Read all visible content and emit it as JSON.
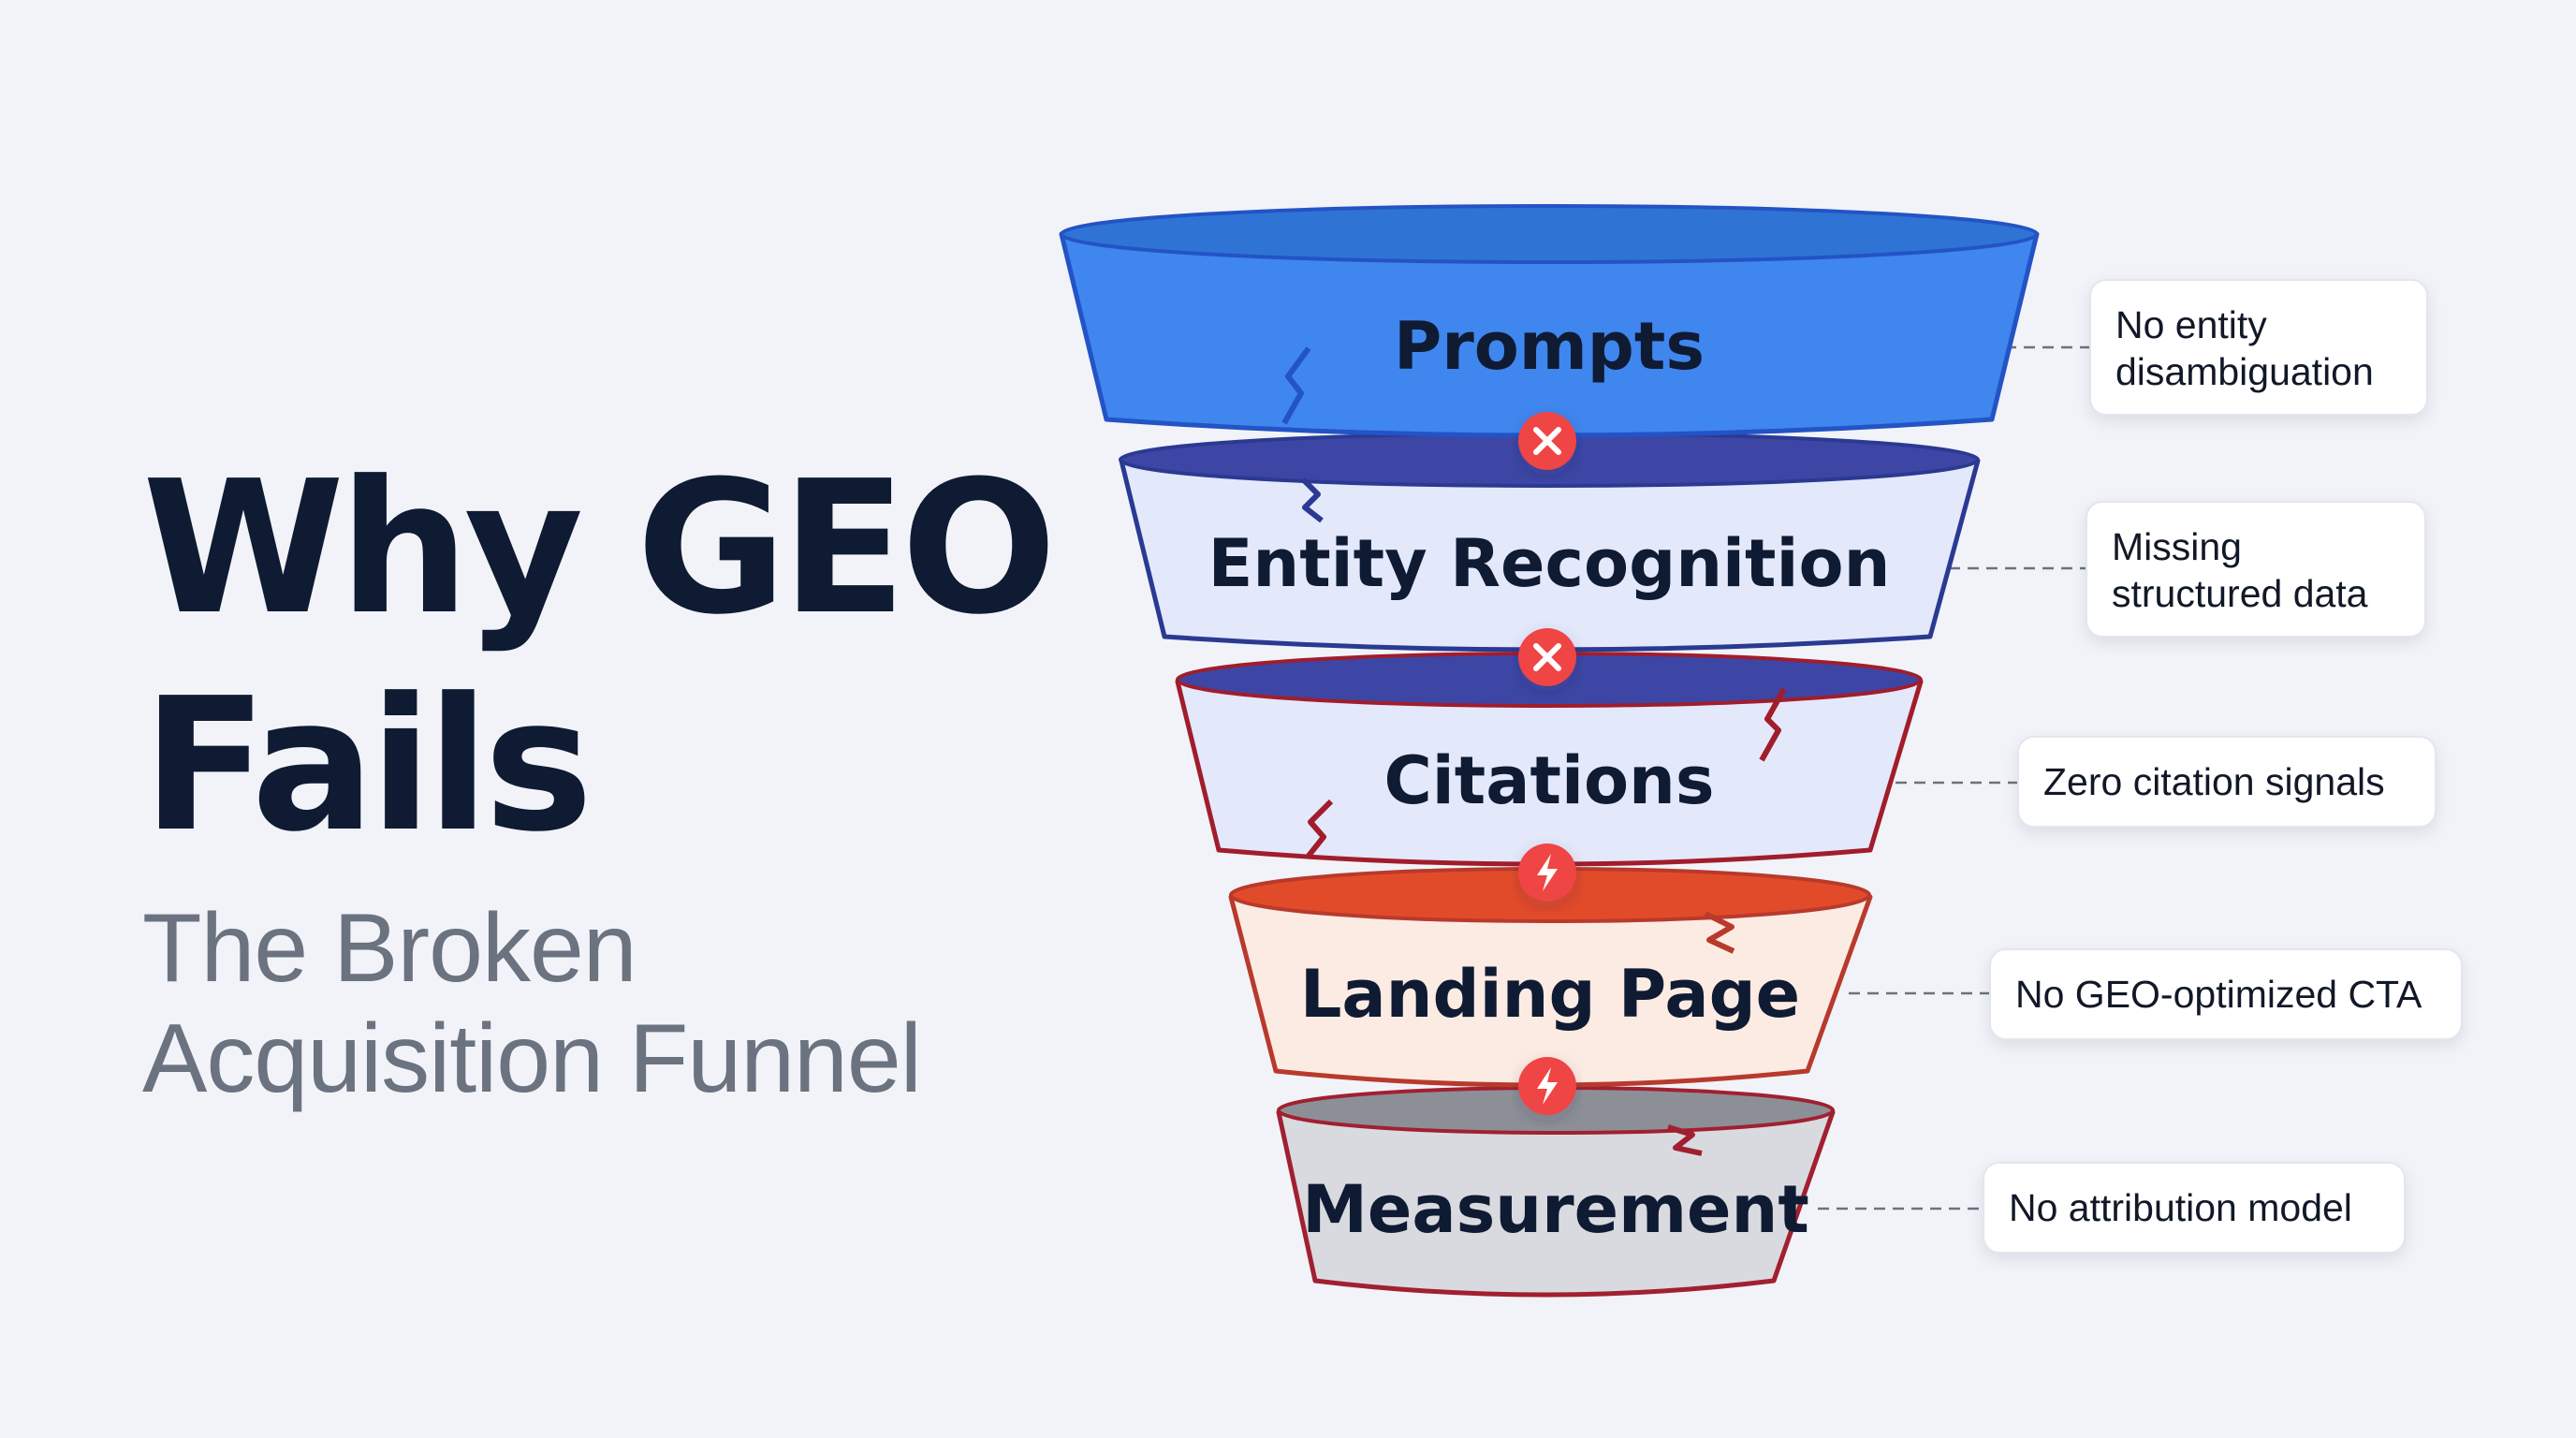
{
  "title": {
    "line1": "Why GEO",
    "line2": "Fails"
  },
  "subtitle": {
    "line1": "The Broken",
    "line2": "Acquisition Funnel"
  },
  "stages": [
    {
      "label": "Prompts",
      "fill": "#3f86ee",
      "stroke": "#2353c5",
      "top_fill": "#2f74d4"
    },
    {
      "label": "Entity Recognition",
      "fill": "#e4e8fb",
      "stroke": "#2a3a92",
      "top_fill": "#3d46a4"
    },
    {
      "label": "Citations",
      "fill": "#e4e8fb",
      "stroke": "#a11d2b",
      "top_fill": "#3d46a4"
    },
    {
      "label": "Landing Page",
      "fill": "#fcebe3",
      "stroke": "#b83a2c",
      "top_fill": "#e24b2a"
    },
    {
      "label": "Measurement",
      "fill": "#d9dadf",
      "stroke": "#a12030",
      "top_fill": "#8d8f97"
    }
  ],
  "connectors": [
    {
      "icon": "x-icon"
    },
    {
      "icon": "x-icon"
    },
    {
      "icon": "lightning-icon"
    },
    {
      "icon": "lightning-icon"
    }
  ],
  "callouts": [
    {
      "line1": "No entity",
      "line2": "disambiguation"
    },
    {
      "line1": "Missing",
      "line2": "structured data"
    },
    {
      "line1": "Zero citation signals",
      "line2": ""
    },
    {
      "line1": "No GEO-optimized CTA",
      "line2": ""
    },
    {
      "line1": "No attribution model",
      "line2": ""
    }
  ],
  "colors": {
    "danger": "#ef4444",
    "text": "#0f1b33",
    "subtitle": "#6b7280",
    "background": "#f1f3f8"
  }
}
